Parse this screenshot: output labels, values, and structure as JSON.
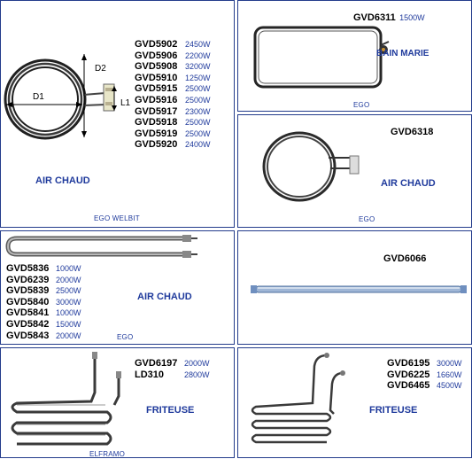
{
  "panels": {
    "p1": {
      "dims": {
        "d1": "D1",
        "d2": "D2",
        "l1": "L1"
      },
      "items": [
        {
          "code": "GVD5902",
          "watt": "2450W"
        },
        {
          "code": "GVD5906",
          "watt": "2200W"
        },
        {
          "code": "GVD5908",
          "watt": "3200W"
        },
        {
          "code": "GVD5910",
          "watt": "1250W"
        },
        {
          "code": "GVD5915",
          "watt": "2500W"
        },
        {
          "code": "GVD5916",
          "watt": "2500W"
        },
        {
          "code": "GVD5917",
          "watt": "2300W"
        },
        {
          "code": "GVD5918",
          "watt": "2500W"
        },
        {
          "code": "GVD5919",
          "watt": "2500W"
        },
        {
          "code": "GVD5920",
          "watt": "2400W"
        }
      ],
      "category": "AIR CHAUD",
      "brand": "EGO WELBIT"
    },
    "p2": {
      "code": "GVD6311",
      "watt": "1500W",
      "category": "BAIN MARIE",
      "brand": "EGO"
    },
    "p3": {
      "code": "GVD6318",
      "category": "AIR CHAUD",
      "brand": "EGO"
    },
    "p4": {
      "items": [
        {
          "code": "GVD5836",
          "watt": "1000W"
        },
        {
          "code": "GVD6239",
          "watt": "2000W"
        },
        {
          "code": "GVD5839",
          "watt": "2500W"
        },
        {
          "code": "GVD5840",
          "watt": "3000W"
        },
        {
          "code": "GVD5841",
          "watt": "1000W"
        },
        {
          "code": "GVD5842",
          "watt": "1500W"
        },
        {
          "code": "GVD5843",
          "watt": "2000W"
        }
      ],
      "category": "AIR CHAUD",
      "brand": "EGO"
    },
    "p5": {
      "code": "GVD6066"
    },
    "p6": {
      "items": [
        {
          "code": "GVD6197",
          "watt": "2000W"
        },
        {
          "code": "LD310",
          "watt": "2800W"
        }
      ],
      "category": "FRITEUSE",
      "brand": "ELFRAMO"
    },
    "p7": {
      "items": [
        {
          "code": "GVD6195",
          "watt": "3000W"
        },
        {
          "code": "GVD6225",
          "watt": "1660W"
        },
        {
          "code": "GVD6465",
          "watt": "4500W"
        }
      ],
      "category": "FRITEUSE"
    }
  }
}
